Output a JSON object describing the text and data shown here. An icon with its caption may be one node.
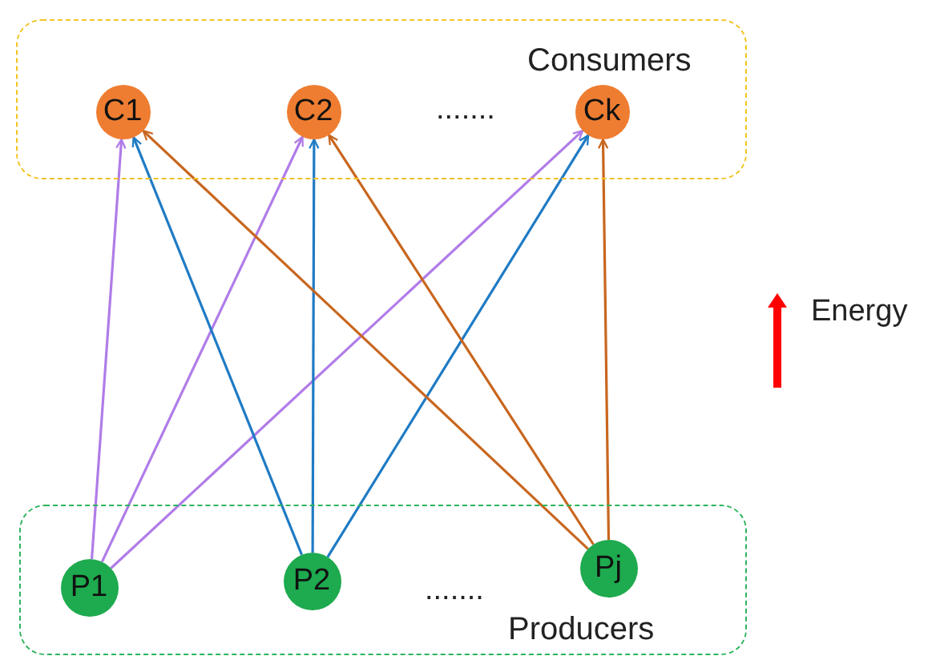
{
  "diagram": {
    "nodes": [
      {
        "text": [
          "Consumers"
        ]
      },
      {
        "text": [
          "C1"
        ],
        "in": 0
      },
      {
        "text": [
          "C2"
        ],
        "in": 0
      },
      {
        "text": [
          "Ck"
        ],
        "in": 0
      },
      {
        "text": [
          "Producers"
        ]
      },
      {
        "text": [
          "P1"
        ],
        "in": 4
      },
      {
        "text": [
          "P2"
        ],
        "in": 4
      },
      {
        "text": [
          "Pj"
        ],
        "in": 4
      }
    ],
    "edges": [
      {
        "from": 5,
        "to": 1,
        "arrow": "to",
        "color": "#b07ce8"
      },
      {
        "from": 5,
        "to": 2,
        "arrow": "to",
        "color": "#b07ce8"
      },
      {
        "from": 5,
        "to": 3,
        "arrow": "to",
        "color": "#b07ce8"
      },
      {
        "from": 6,
        "to": 1,
        "arrow": "to",
        "color": "#1f7bc4"
      },
      {
        "from": 6,
        "to": 2,
        "arrow": "to",
        "color": "#1f7bc4"
      },
      {
        "from": 6,
        "to": 3,
        "arrow": "to",
        "color": "#1f7bc4"
      },
      {
        "from": 7,
        "to": 1,
        "arrow": "to",
        "color": "#c8661e"
      },
      {
        "from": 7,
        "to": 2,
        "arrow": "to",
        "color": "#c8661e"
      },
      {
        "from": 7,
        "to": 3,
        "arrow": "to",
        "color": "#c8661e"
      }
    ],
    "labels": [
      ".......",
      ".......",
      "Energy"
    ]
  }
}
